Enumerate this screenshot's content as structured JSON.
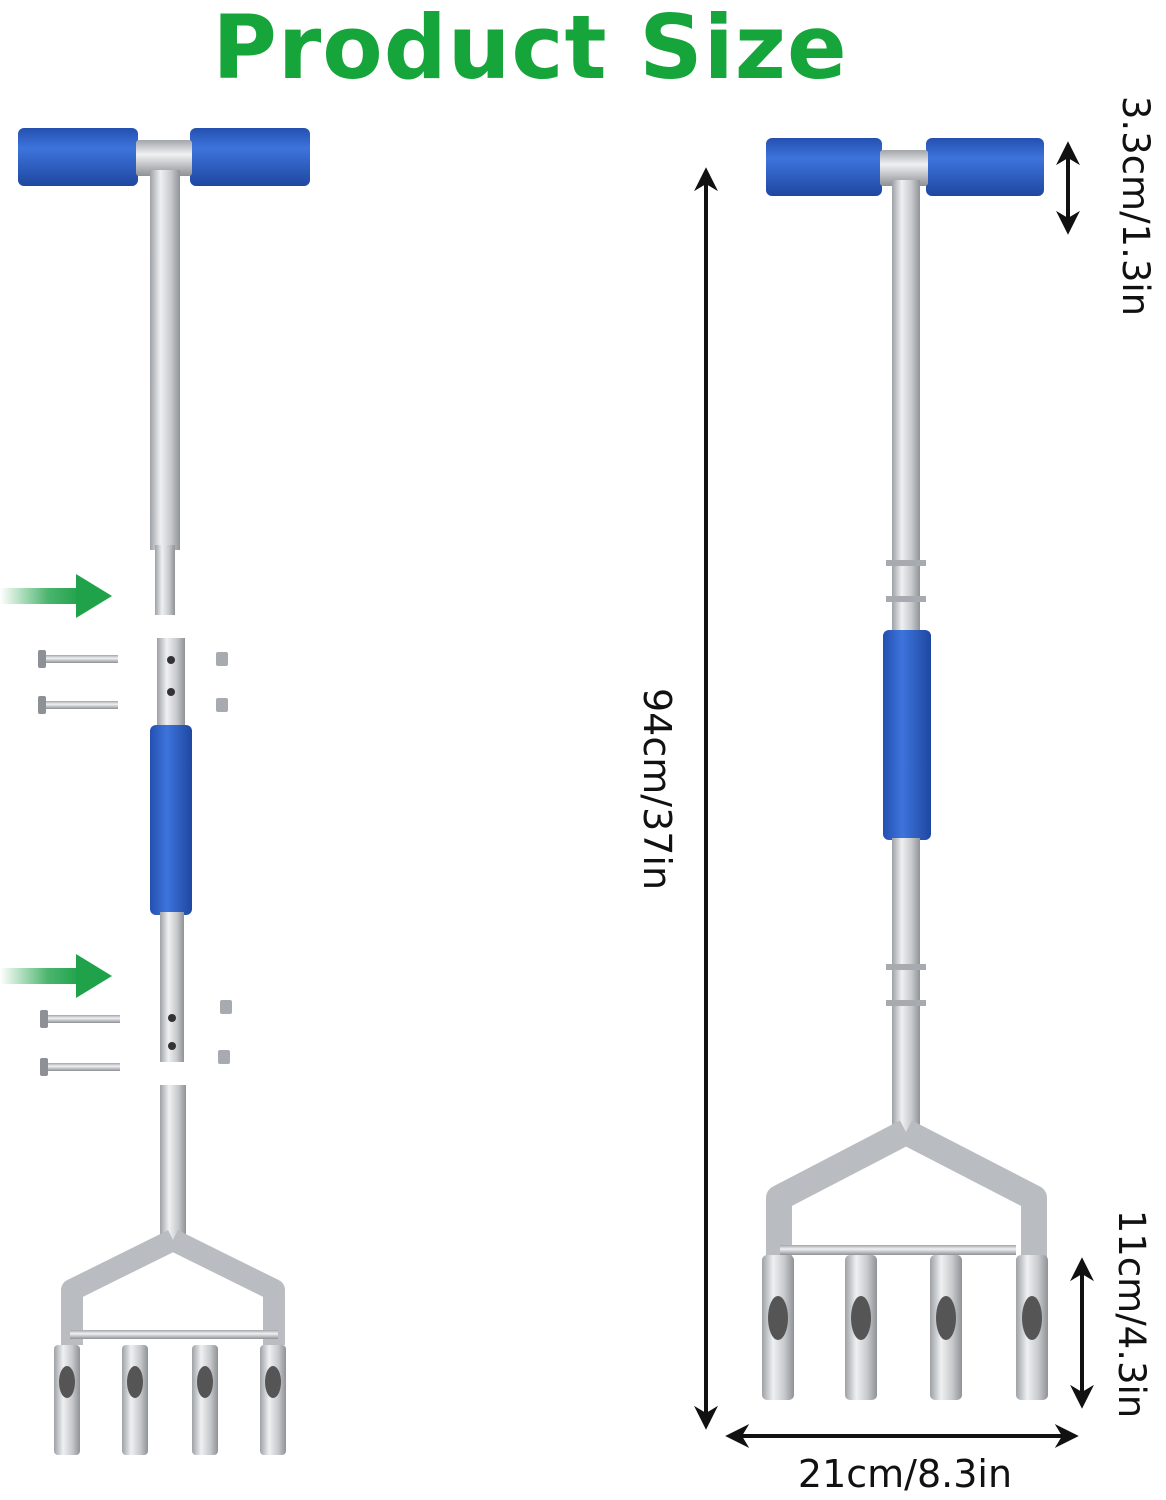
{
  "title": "Product Size",
  "dimensions": {
    "total_length": "94cm/37in",
    "handle_diameter": "3.3cm/1.3in",
    "tine_length": "11cm/4.3in",
    "width": "21cm/8.3in"
  },
  "colors": {
    "title": "#16a53a",
    "grip": "#2f62c8",
    "metal": "#c4c6c9",
    "arrow": "#1fa24a",
    "dimension_line": "#111111"
  }
}
